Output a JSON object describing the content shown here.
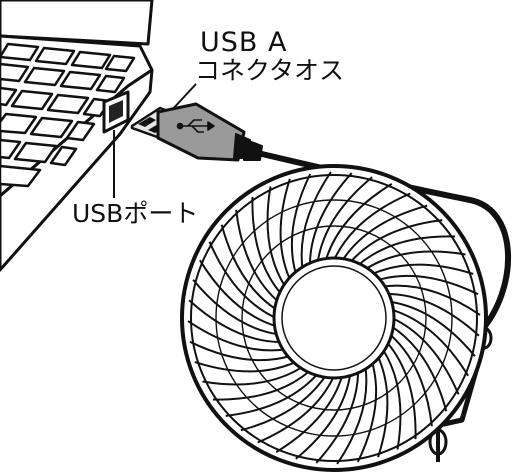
{
  "labels": {
    "connector_line1": "USB A",
    "connector_line2": "コネクタオス",
    "port": "USBポート"
  },
  "colors": {
    "ink": "#111111",
    "background": "#ffffff",
    "plug_metal": "#e6e6e6",
    "plug_body": "#9a9a9a"
  },
  "illustration": {
    "objects": [
      "laptop",
      "usb-a-connector",
      "usb-cable",
      "desk-fan"
    ],
    "icons": [
      "usb-symbol-icon"
    ]
  }
}
